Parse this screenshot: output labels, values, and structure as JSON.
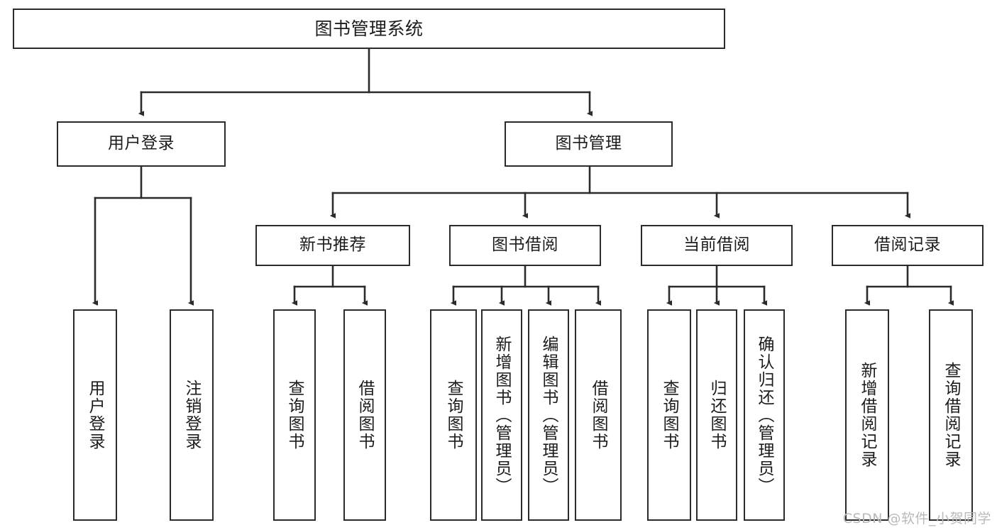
{
  "diagram": {
    "title": "图书管理系统",
    "type": "tree-hierarchy",
    "watermark": "CSDN @软件_小贺同学",
    "stroke_color": "#2b2b2b",
    "fill_color": "#ffffff",
    "text_color": "#1c1c1c"
  },
  "nodes": {
    "root": {
      "label": "图书管理系统"
    },
    "level2": [
      {
        "label": "用户登录"
      },
      {
        "label": "图书管理"
      }
    ],
    "level3": [
      {
        "label": "新书推荐"
      },
      {
        "label": "图书借阅"
      },
      {
        "label": "当前借阅"
      },
      {
        "label": "借阅记录"
      }
    ],
    "leaves": {
      "user_login": [
        {
          "label": "用户登录"
        },
        {
          "label": "注销登录"
        }
      ],
      "new_book_recommend": [
        {
          "label": "查询图书"
        },
        {
          "label": "借阅图书"
        }
      ],
      "book_borrow": [
        {
          "label": "查询图书"
        },
        {
          "label": "新增图书（管理员）"
        },
        {
          "label": "编辑图书（管理员）"
        },
        {
          "label": "借阅图书"
        }
      ],
      "current_borrow": [
        {
          "label": "查询图书"
        },
        {
          "label": "归还图书"
        },
        {
          "label": "确认归还（管理员）"
        }
      ],
      "borrow_records": [
        {
          "label": "新增借阅记录"
        },
        {
          "label": "查询借阅记录"
        }
      ]
    }
  }
}
